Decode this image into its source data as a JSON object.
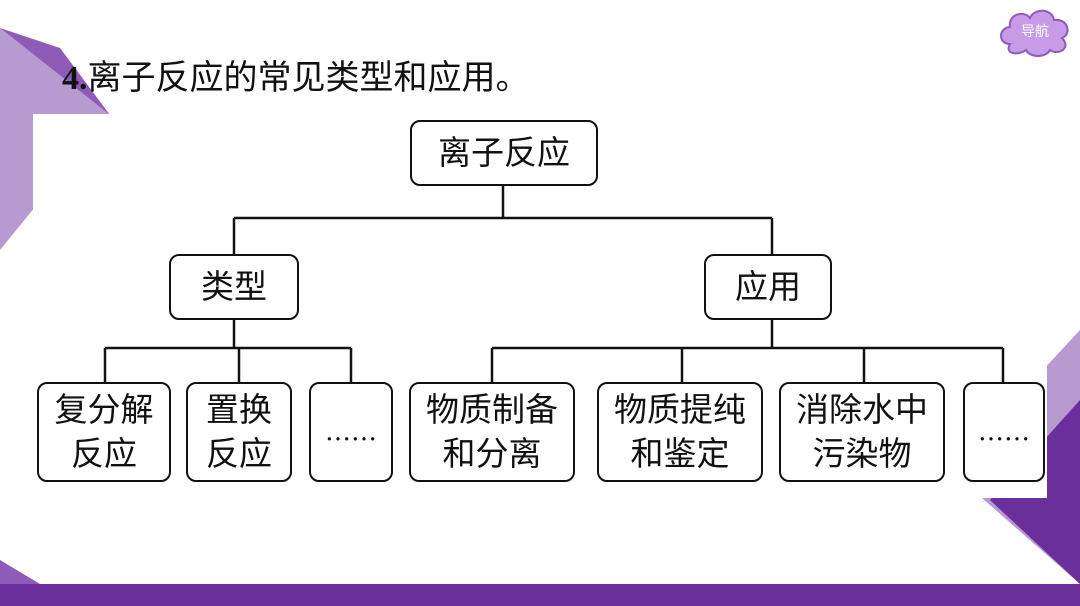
{
  "header": {
    "title_number": "4.",
    "title_text": "离子反应的常见类型和应用。"
  },
  "nav": {
    "label": "导航"
  },
  "diagram": {
    "root": "离子反应",
    "branches": [
      {
        "label": "类型",
        "children": [
          "复分解\n反应",
          "置换\n反应",
          "……"
        ]
      },
      {
        "label": "应用",
        "children": [
          "物质制备\n和分离",
          "物质提纯\n和鉴定",
          "消除水中\n污染物",
          "……"
        ]
      }
    ]
  },
  "colors": {
    "accent_purple": "#6a2f9a",
    "light_purple": "#b79ad0",
    "nav_fill": "#c89be8"
  }
}
